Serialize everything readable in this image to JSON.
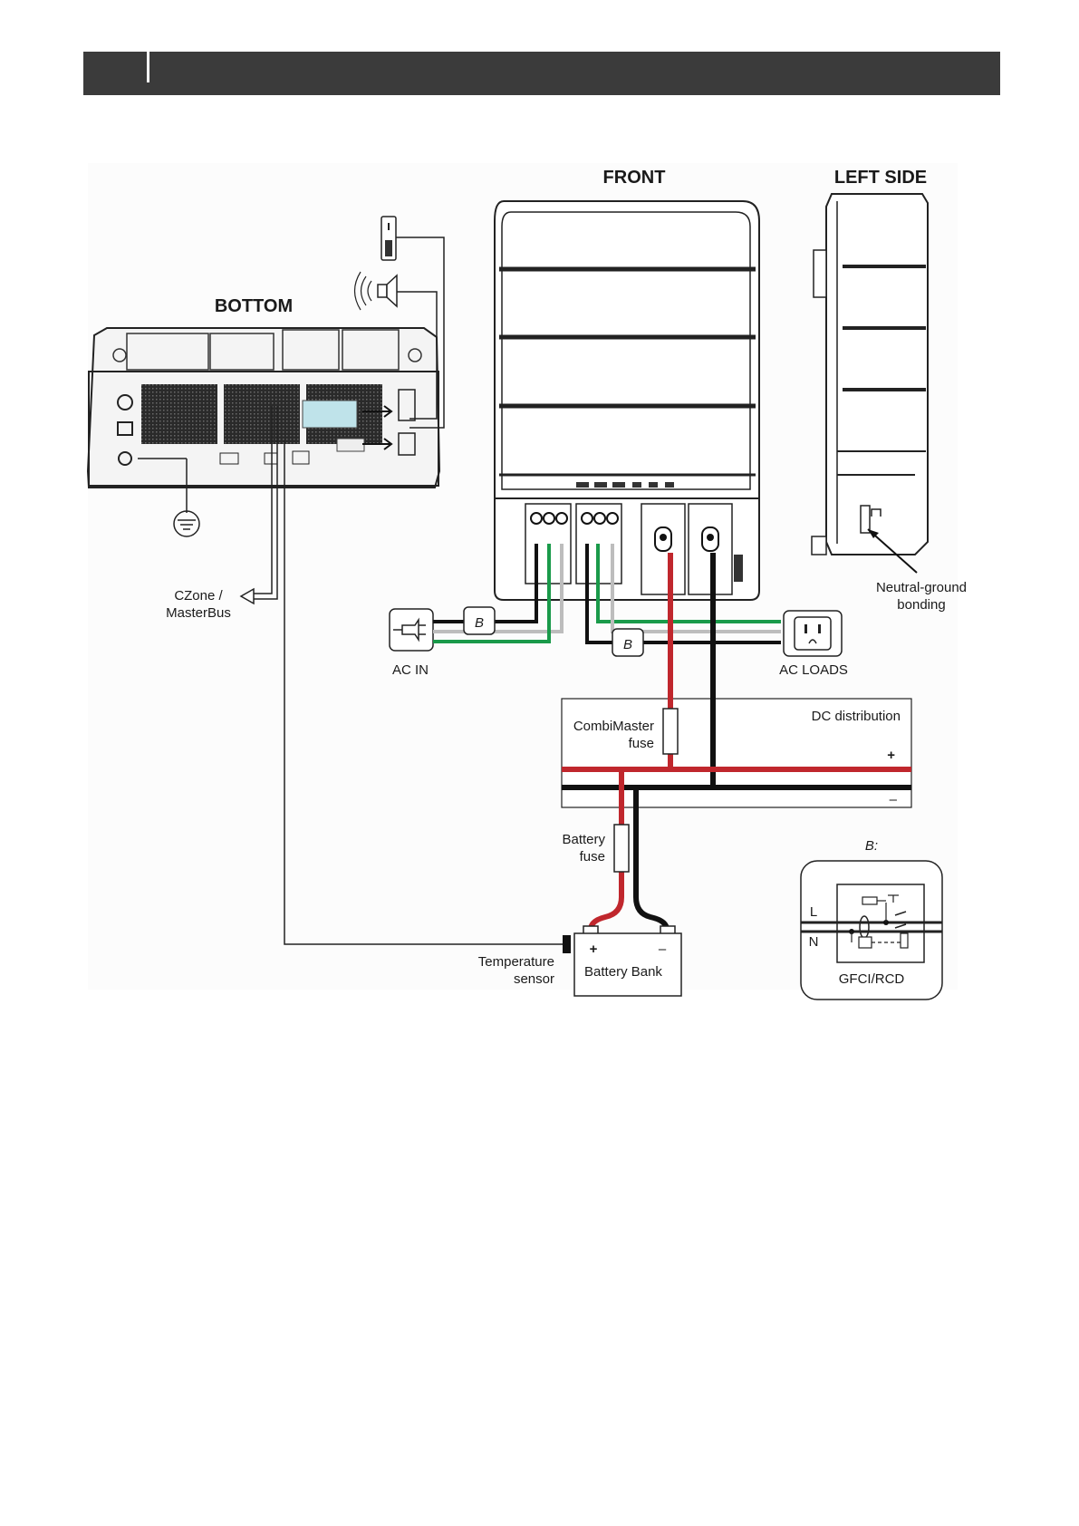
{
  "views": {
    "front": "FRONT",
    "left_side": "LEFT SIDE",
    "bottom": "BOTTOM"
  },
  "labels": {
    "czone_line1": "CZone /",
    "czone_line2": "MasterBus",
    "ac_in": "AC IN",
    "ac_loads": "AC LOADS",
    "breaker": "B",
    "neutral_line1": "Neutral-ground",
    "neutral_line2": "bonding",
    "combimaster_fuse_line1": "CombiMaster",
    "combimaster_fuse_line2": "fuse",
    "dc_distribution": "DC distribution",
    "plus": "+",
    "minus": "–",
    "battery_fuse_line1": "Battery",
    "battery_fuse_line2": "fuse",
    "temp_sensor_line1": "Temperature",
    "temp_sensor_line2": "sensor",
    "battery_bank": "Battery Bank",
    "inset_title": "B:",
    "inset_l": "L",
    "inset_n": "N",
    "inset_caption": "GFCI/RCD"
  },
  "colors": {
    "header": "#3b3b3b",
    "wire_red": "#c0272d",
    "wire_green": "#1a9a4a",
    "wire_black": "#111111",
    "wire_grey": "#bdbdbd"
  }
}
